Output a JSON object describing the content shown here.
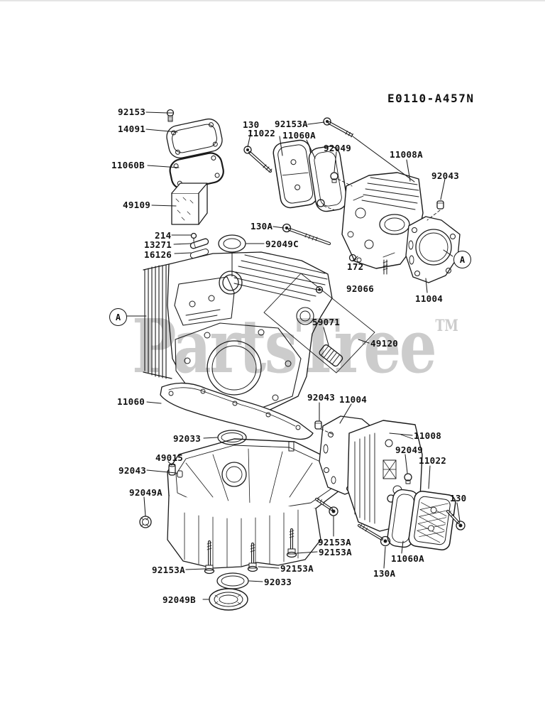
{
  "diagram_code": "E0110-A457N",
  "watermark": {
    "text": "PartsTree",
    "tm_mark": "TM"
  },
  "markers": {
    "left": "A",
    "right": "A"
  },
  "parts": [
    {
      "label": "92153"
    },
    {
      "label": "14091"
    },
    {
      "label": "11060B"
    },
    {
      "label": "49109"
    },
    {
      "label": "130"
    },
    {
      "label": "92153A"
    },
    {
      "label": "11022"
    },
    {
      "label": "11060A"
    },
    {
      "label": "92049"
    },
    {
      "label": "11008A"
    },
    {
      "label": "92043"
    },
    {
      "label": "130A"
    },
    {
      "label": "214"
    },
    {
      "label": "13271"
    },
    {
      "label": "16126"
    },
    {
      "label": "92049C"
    },
    {
      "label": "172"
    },
    {
      "label": "92066"
    },
    {
      "label": "11004"
    },
    {
      "label": "59071"
    },
    {
      "label": "49120"
    },
    {
      "label": "11060"
    },
    {
      "label": "92043"
    },
    {
      "label": "11004"
    },
    {
      "label": "92033"
    },
    {
      "label": "49015"
    },
    {
      "label": "92043"
    },
    {
      "label": "92049A"
    },
    {
      "label": "11008"
    },
    {
      "label": "92049"
    },
    {
      "label": "11022"
    },
    {
      "label": "130"
    },
    {
      "label": "92153A"
    },
    {
      "label": "92153A"
    },
    {
      "label": "11060A"
    },
    {
      "label": "130A"
    },
    {
      "label": "92153A"
    },
    {
      "label": "92153A"
    },
    {
      "label": "92033"
    },
    {
      "label": "92049B"
    }
  ]
}
